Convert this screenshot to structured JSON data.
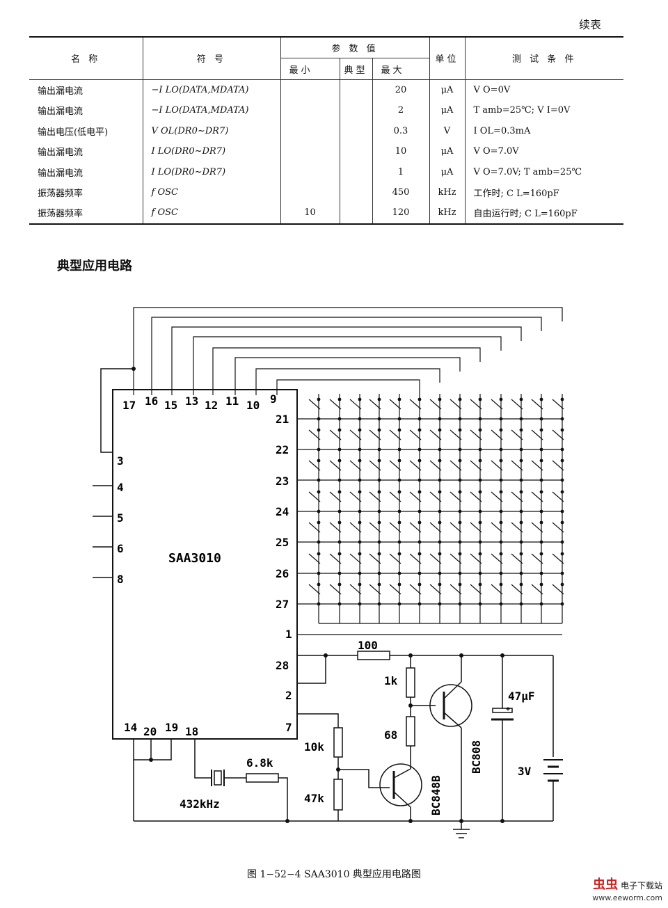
{
  "continued_label": "续表",
  "table": {
    "headers": {
      "name": "名 称",
      "symbol": "符 号",
      "value_group": "参 数 值",
      "min": "最小",
      "typ": "典型",
      "max": "最大",
      "unit": "单位",
      "conditions": "测 试 条 件"
    },
    "rows": [
      {
        "name": "输出漏电流",
        "symbol": "−I LO(DATA,MDATA)",
        "min": "",
        "typ": "",
        "max": "20",
        "unit": "μA",
        "cond": "V O=0V"
      },
      {
        "name": "输出漏电流",
        "symbol": "−I LO(DATA,MDATA)",
        "min": "",
        "typ": "",
        "max": "2",
        "unit": "μA",
        "cond": "T amb=25℃; V I=0V"
      },
      {
        "name": "输出电压(低电平)",
        "symbol": "V OL(DR0~DR7)",
        "min": "",
        "typ": "",
        "max": "0.3",
        "unit": "V",
        "cond": "I OL=0.3mA"
      },
      {
        "name": "输出漏电流",
        "symbol": "I LO(DR0~DR7)",
        "min": "",
        "typ": "",
        "max": "10",
        "unit": "μA",
        "cond": "V O=7.0V"
      },
      {
        "name": "输出漏电流",
        "symbol": "I LO(DR0~DR7)",
        "min": "",
        "typ": "",
        "max": "1",
        "unit": "μA",
        "cond": "V O=7.0V; T amb=25℃"
      },
      {
        "name": "振荡器频率",
        "symbol": "f OSC",
        "min": "",
        "typ": "",
        "max": "450",
        "unit": "kHz",
        "cond": "工作时; C L=160pF"
      },
      {
        "name": "振荡器频率",
        "symbol": "f OSC",
        "min": "10",
        "typ": "",
        "max": "120",
        "unit": "kHz",
        "cond": "自由运行时; C L=160pF"
      }
    ]
  },
  "section_title": "典型应用电路",
  "circuit": {
    "chip_label": "SAA3010",
    "top_pins": [
      "17",
      "16",
      "15",
      "13",
      "12",
      "11",
      "10",
      "9"
    ],
    "left_pins": [
      "3",
      "4",
      "5",
      "6",
      "8"
    ],
    "right_pins": [
      "21",
      "22",
      "23",
      "24",
      "25",
      "26",
      "27",
      "1",
      "28",
      "2",
      "7"
    ],
    "bottom_pins": [
      "14",
      "20",
      "19",
      "18"
    ],
    "resistor_100": "100",
    "resistor_1k": "1k",
    "resistor_68": "68",
    "resistor_10k": "10k",
    "resistor_47k": "47k",
    "resistor_6k8": "6.8k",
    "crystal": "432kHz",
    "capacitor": "47μF",
    "battery": "3V",
    "transistor_1": "BC848B",
    "transistor_2": "BC808"
  },
  "caption": "图 1−52−4  SAA3010 典型应用电路图",
  "logo": {
    "brand": "虫虫",
    "text": "电子下载站",
    "site": "www.eeworm.com"
  }
}
